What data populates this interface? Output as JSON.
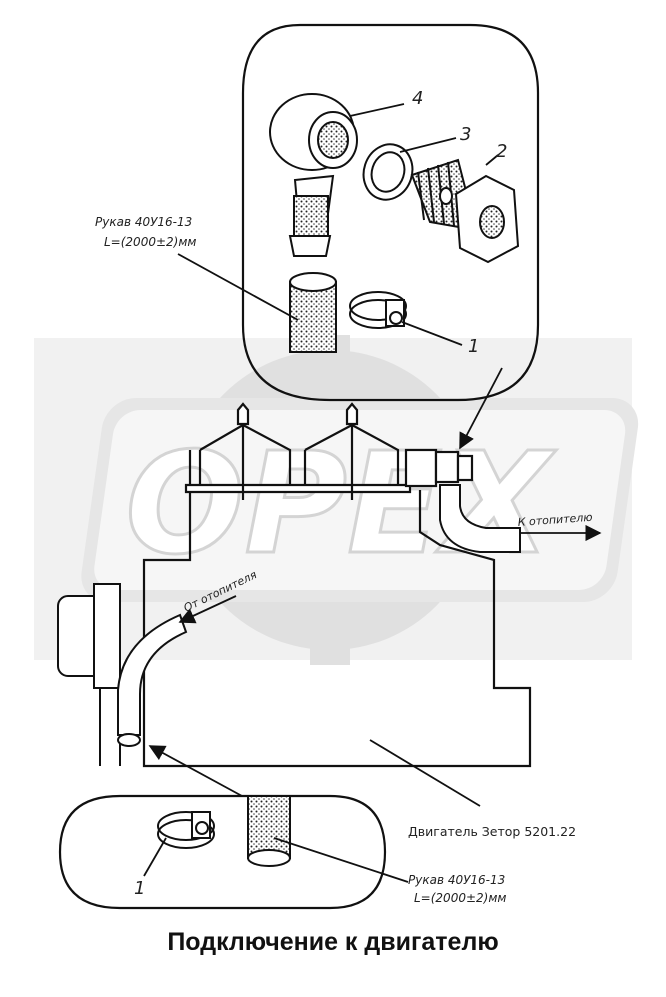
{
  "watermark": {
    "text": "ОРЕХ",
    "color": "#d9d9d9"
  },
  "labels": {
    "hose_top_line1": "Рукав 40У16-13",
    "hose_top_line2": "L=(2000±2)мм",
    "to_heater": "К отопителю",
    "from_heater": "От отопителя",
    "engine": "Двигатель Зетор 5201.22",
    "hose_bottom_line1": "Рукав 40У16-13",
    "hose_bottom_line2": "L=(2000±2)мм"
  },
  "callouts": {
    "c1_top": "1",
    "c2": "2",
    "c3": "3",
    "c4": "4",
    "c1_bottom": "1"
  },
  "caption": "Подключение к двигателю"
}
